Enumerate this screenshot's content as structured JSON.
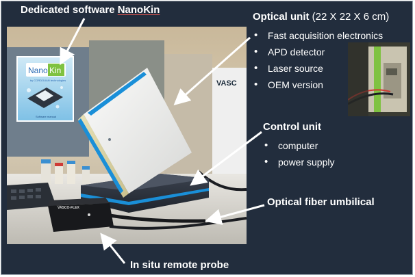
{
  "software_label": {
    "prefix": "Dedicated software ",
    "name": "NanoKin"
  },
  "software_box": {
    "logo_left": "Nano",
    "logo_right": "Kin",
    "tagline": "by CORDOUAN technologies",
    "footer": "Software manual"
  },
  "optical_unit": {
    "title": "Optical unit",
    "dimensions": "(22 X 22 X 6 cm)",
    "features": [
      "Fast acquisition electronics",
      "APD detector",
      "Laser source",
      "OEM version"
    ]
  },
  "control_unit": {
    "title": "Control unit",
    "features": [
      "computer",
      "power supply"
    ]
  },
  "fiber_label": "Optical fiber umbilical",
  "probe_label": "In situ remote probe",
  "probe_brand": "VASCO-FLEX",
  "wall_sign": "VASC",
  "colors": {
    "background": "#222d3d",
    "text": "#ffffff",
    "accent_blue": "#1a8fd8",
    "accent_green": "#7fc241",
    "underline_red": "#d9534f"
  }
}
